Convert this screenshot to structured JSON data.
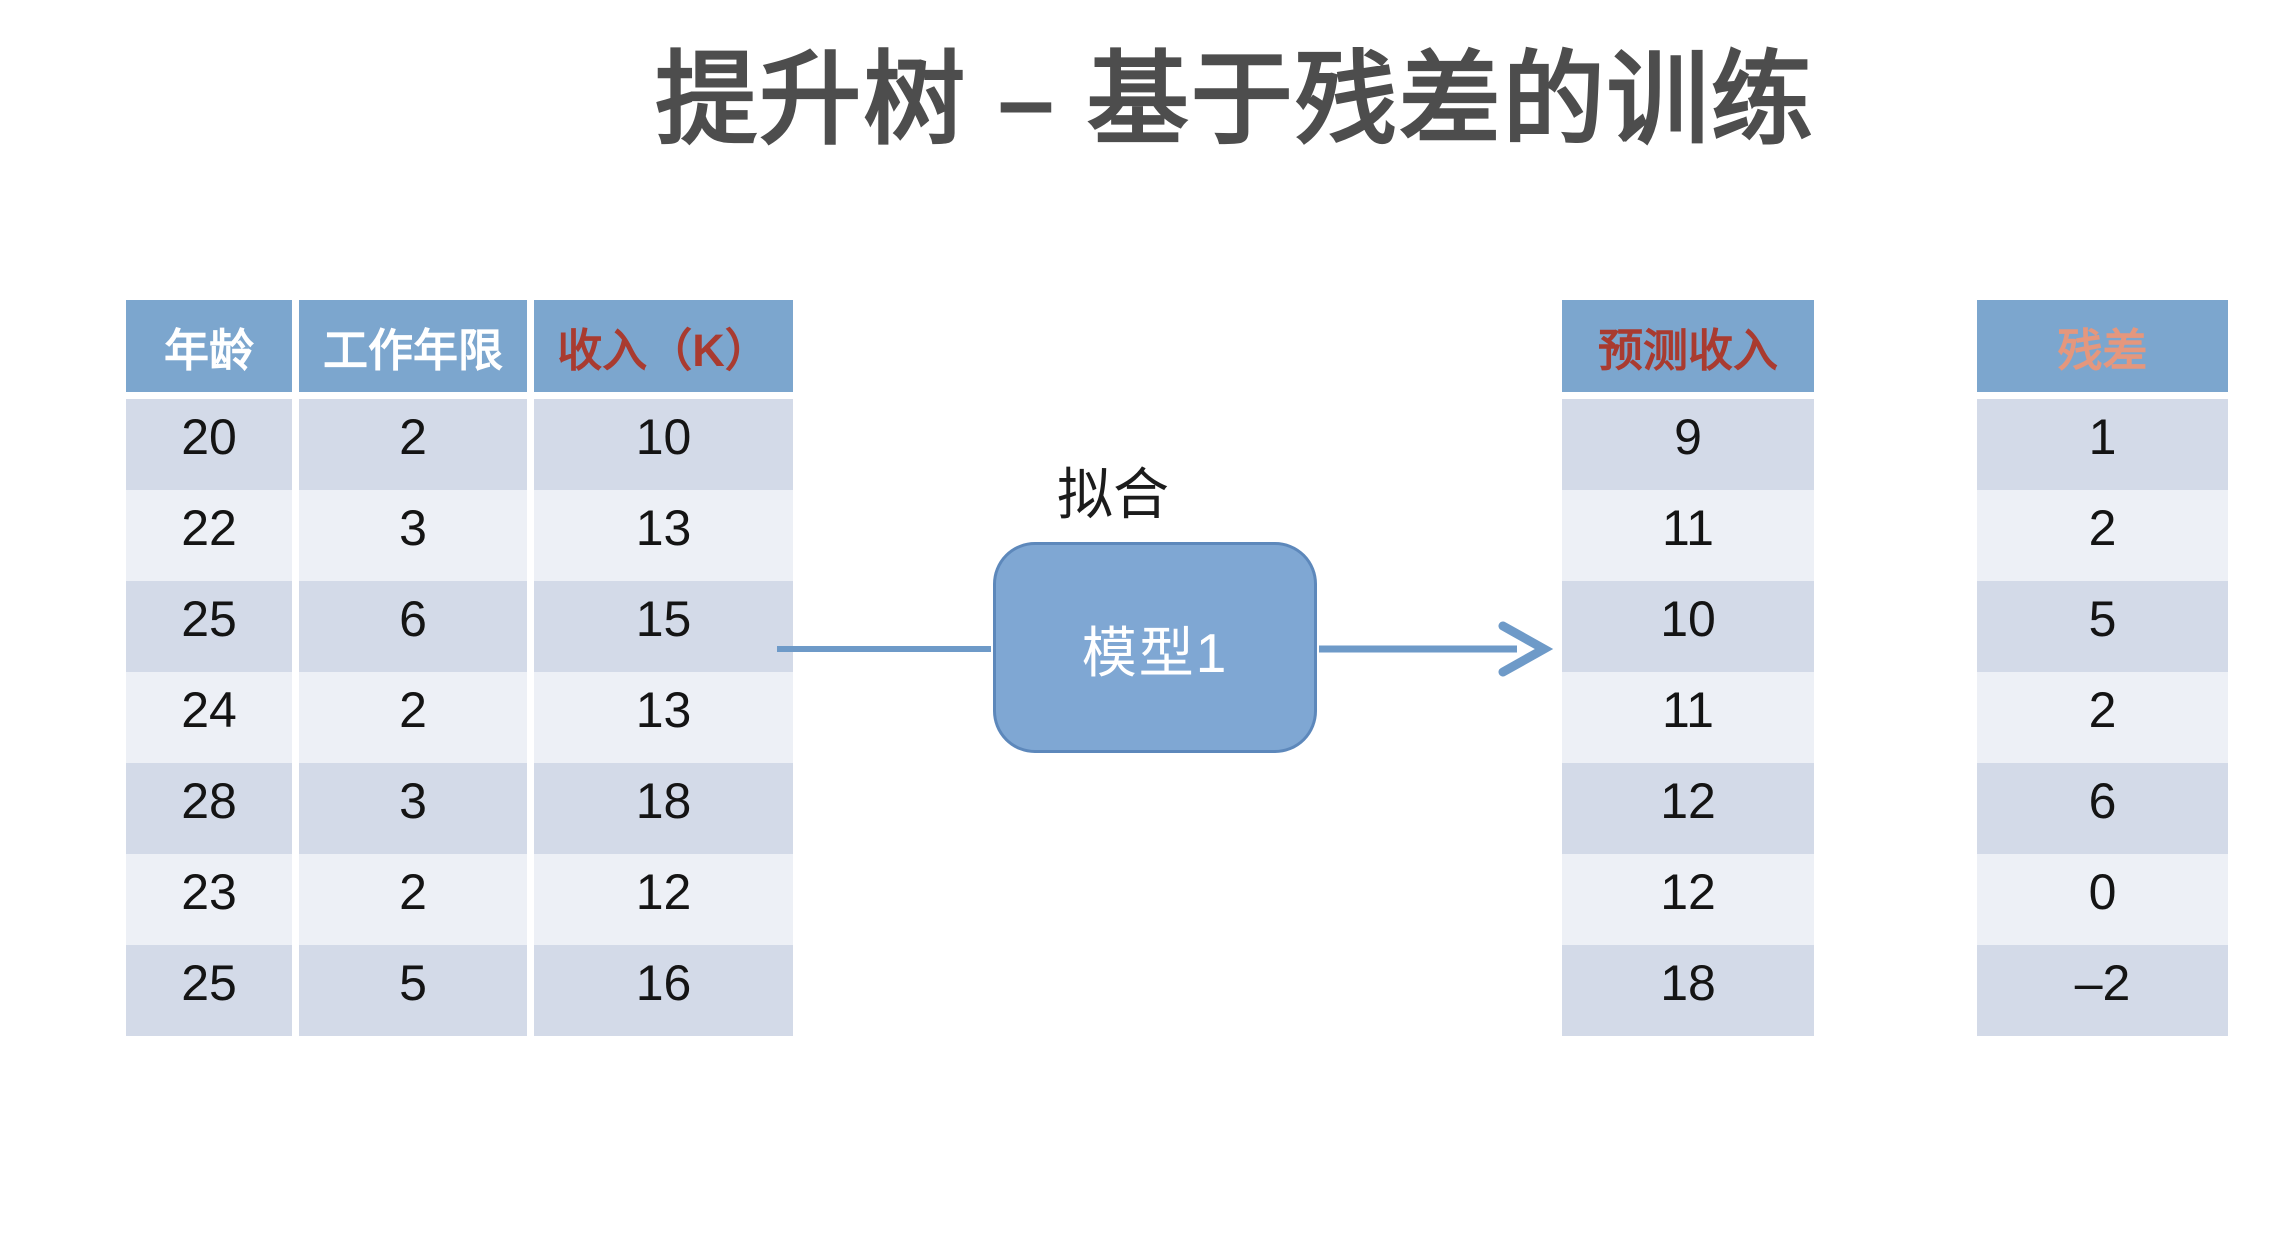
{
  "slide": {
    "title": "提升树 – 基于残差的训练"
  },
  "left_table": {
    "headers": [
      "年龄",
      "工作年限",
      "收入（K）"
    ],
    "rows": [
      [
        "20",
        "2",
        "10"
      ],
      [
        "22",
        "3",
        "13"
      ],
      [
        "25",
        "6",
        "15"
      ],
      [
        "24",
        "2",
        "13"
      ],
      [
        "28",
        "3",
        "18"
      ],
      [
        "23",
        "2",
        "12"
      ],
      [
        "25",
        "5",
        "16"
      ]
    ]
  },
  "flow": {
    "caption": "拟合",
    "model_label": "模型1"
  },
  "predicted_table": {
    "header": "预测收入",
    "rows": [
      "9",
      "11",
      "10",
      "11",
      "12",
      "12",
      "18"
    ]
  },
  "residual_table": {
    "header": "残差",
    "rows": [
      "1",
      "2",
      "5",
      "2",
      "6",
      "0",
      "–2"
    ]
  },
  "colors": {
    "header_blue": "#7ca6ce",
    "row_dark": "#d3dae8",
    "row_light": "#edf0f6",
    "income_header_text": "#a93b30",
    "predicted_header_text": "#a93b30",
    "residual_header_text": "#e5977d",
    "header_white_text": "#ffffff",
    "title_text": "#4d4d4d",
    "model_fill": "#7fa7d3",
    "model_border": "#5d88bb",
    "arrow": "#6e9ac8"
  }
}
